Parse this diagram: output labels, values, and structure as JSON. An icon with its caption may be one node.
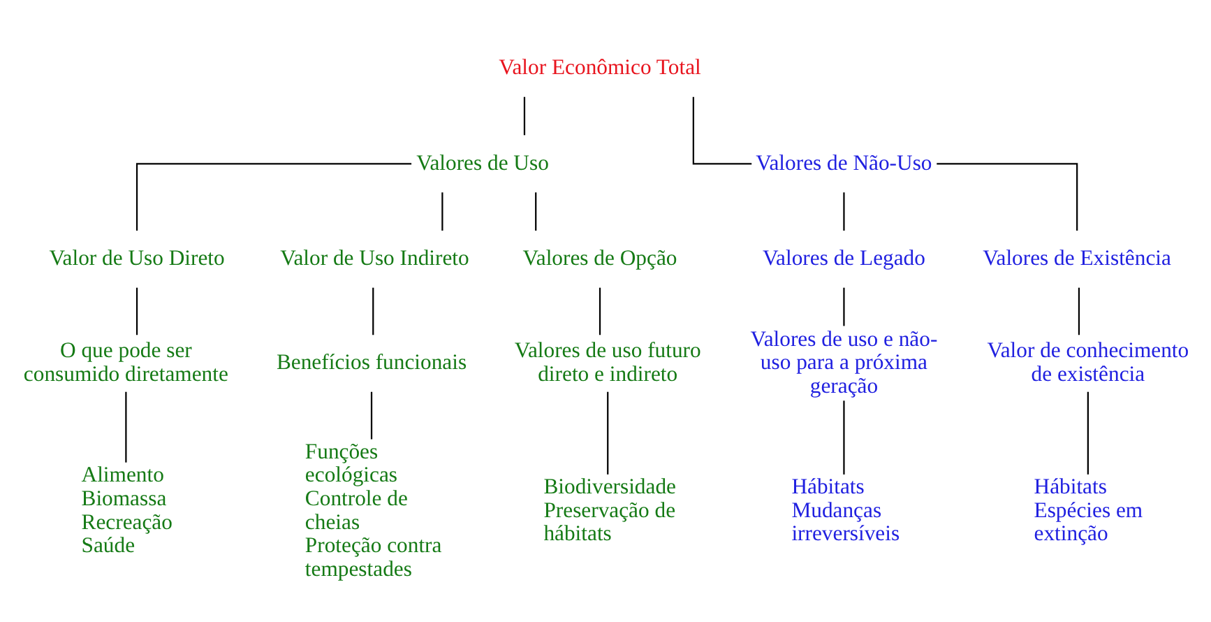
{
  "diagram": {
    "nodes": [
      {
        "text": [
          "Valor Econômico Total"
        ]
      },
      {
        "text": [
          "Valores de Uso"
        ]
      },
      {
        "text": [
          "Valores de Não-Uso"
        ]
      },
      {
        "text": [
          "Valor de Uso Direto"
        ]
      },
      {
        "text": [
          "Valor de Uso Indireto"
        ]
      },
      {
        "text": [
          "Valores de Opção"
        ]
      },
      {
        "text": [
          "Valores de Legado"
        ]
      },
      {
        "text": [
          "Valores de Existência"
        ]
      },
      {
        "text": [
          "O que pode ser consumido diretamente"
        ]
      },
      {
        "text": [
          "Benefícios funcionais"
        ]
      },
      {
        "text": [
          "Valores de uso futuro direto e indireto"
        ]
      },
      {
        "text": [
          "Valores de uso e não-uso para a próxima geração"
        ]
      },
      {
        "text": [
          "Valor de conhecimento de existência"
        ]
      },
      {
        "text": [
          "Alimento",
          "Biomassa",
          "Recreação",
          "Saúde"
        ]
      },
      {
        "text": [
          "Funções ecológicas",
          "Controle de cheias",
          "Proteção contra tempestades"
        ]
      },
      {
        "text": [
          "Biodiversidade",
          "Preservação de hábitats"
        ]
      },
      {
        "text": [
          "Hábitats",
          "Mudanças irreversíveis"
        ]
      },
      {
        "text": [
          "Hábitats",
          "Espécies em extinção"
        ]
      }
    ],
    "edges": [
      {
        "from": 0,
        "to": 1,
        "arrow": "none"
      },
      {
        "from": 0,
        "to": 2,
        "arrow": "none"
      },
      {
        "from": 1,
        "to": 3,
        "arrow": "none"
      },
      {
        "from": 1,
        "to": 4,
        "arrow": "none"
      },
      {
        "from": 1,
        "to": 5,
        "arrow": "none"
      },
      {
        "from": 2,
        "to": 6,
        "arrow": "none"
      },
      {
        "from": 2,
        "to": 7,
        "arrow": "none"
      },
      {
        "from": 3,
        "to": 8,
        "arrow": "none"
      },
      {
        "from": 4,
        "to": 9,
        "arrow": "none"
      },
      {
        "from": 5,
        "to": 10,
        "arrow": "none"
      },
      {
        "from": 6,
        "to": 11,
        "arrow": "none"
      },
      {
        "from": 7,
        "to": 12,
        "arrow": "none"
      },
      {
        "from": 8,
        "to": 13,
        "arrow": "none"
      },
      {
        "from": 9,
        "to": 14,
        "arrow": "none"
      },
      {
        "from": 10,
        "to": 15,
        "arrow": "none"
      },
      {
        "from": 11,
        "to": 16,
        "arrow": "none"
      },
      {
        "from": 12,
        "to": 17,
        "arrow": "none"
      }
    ]
  }
}
